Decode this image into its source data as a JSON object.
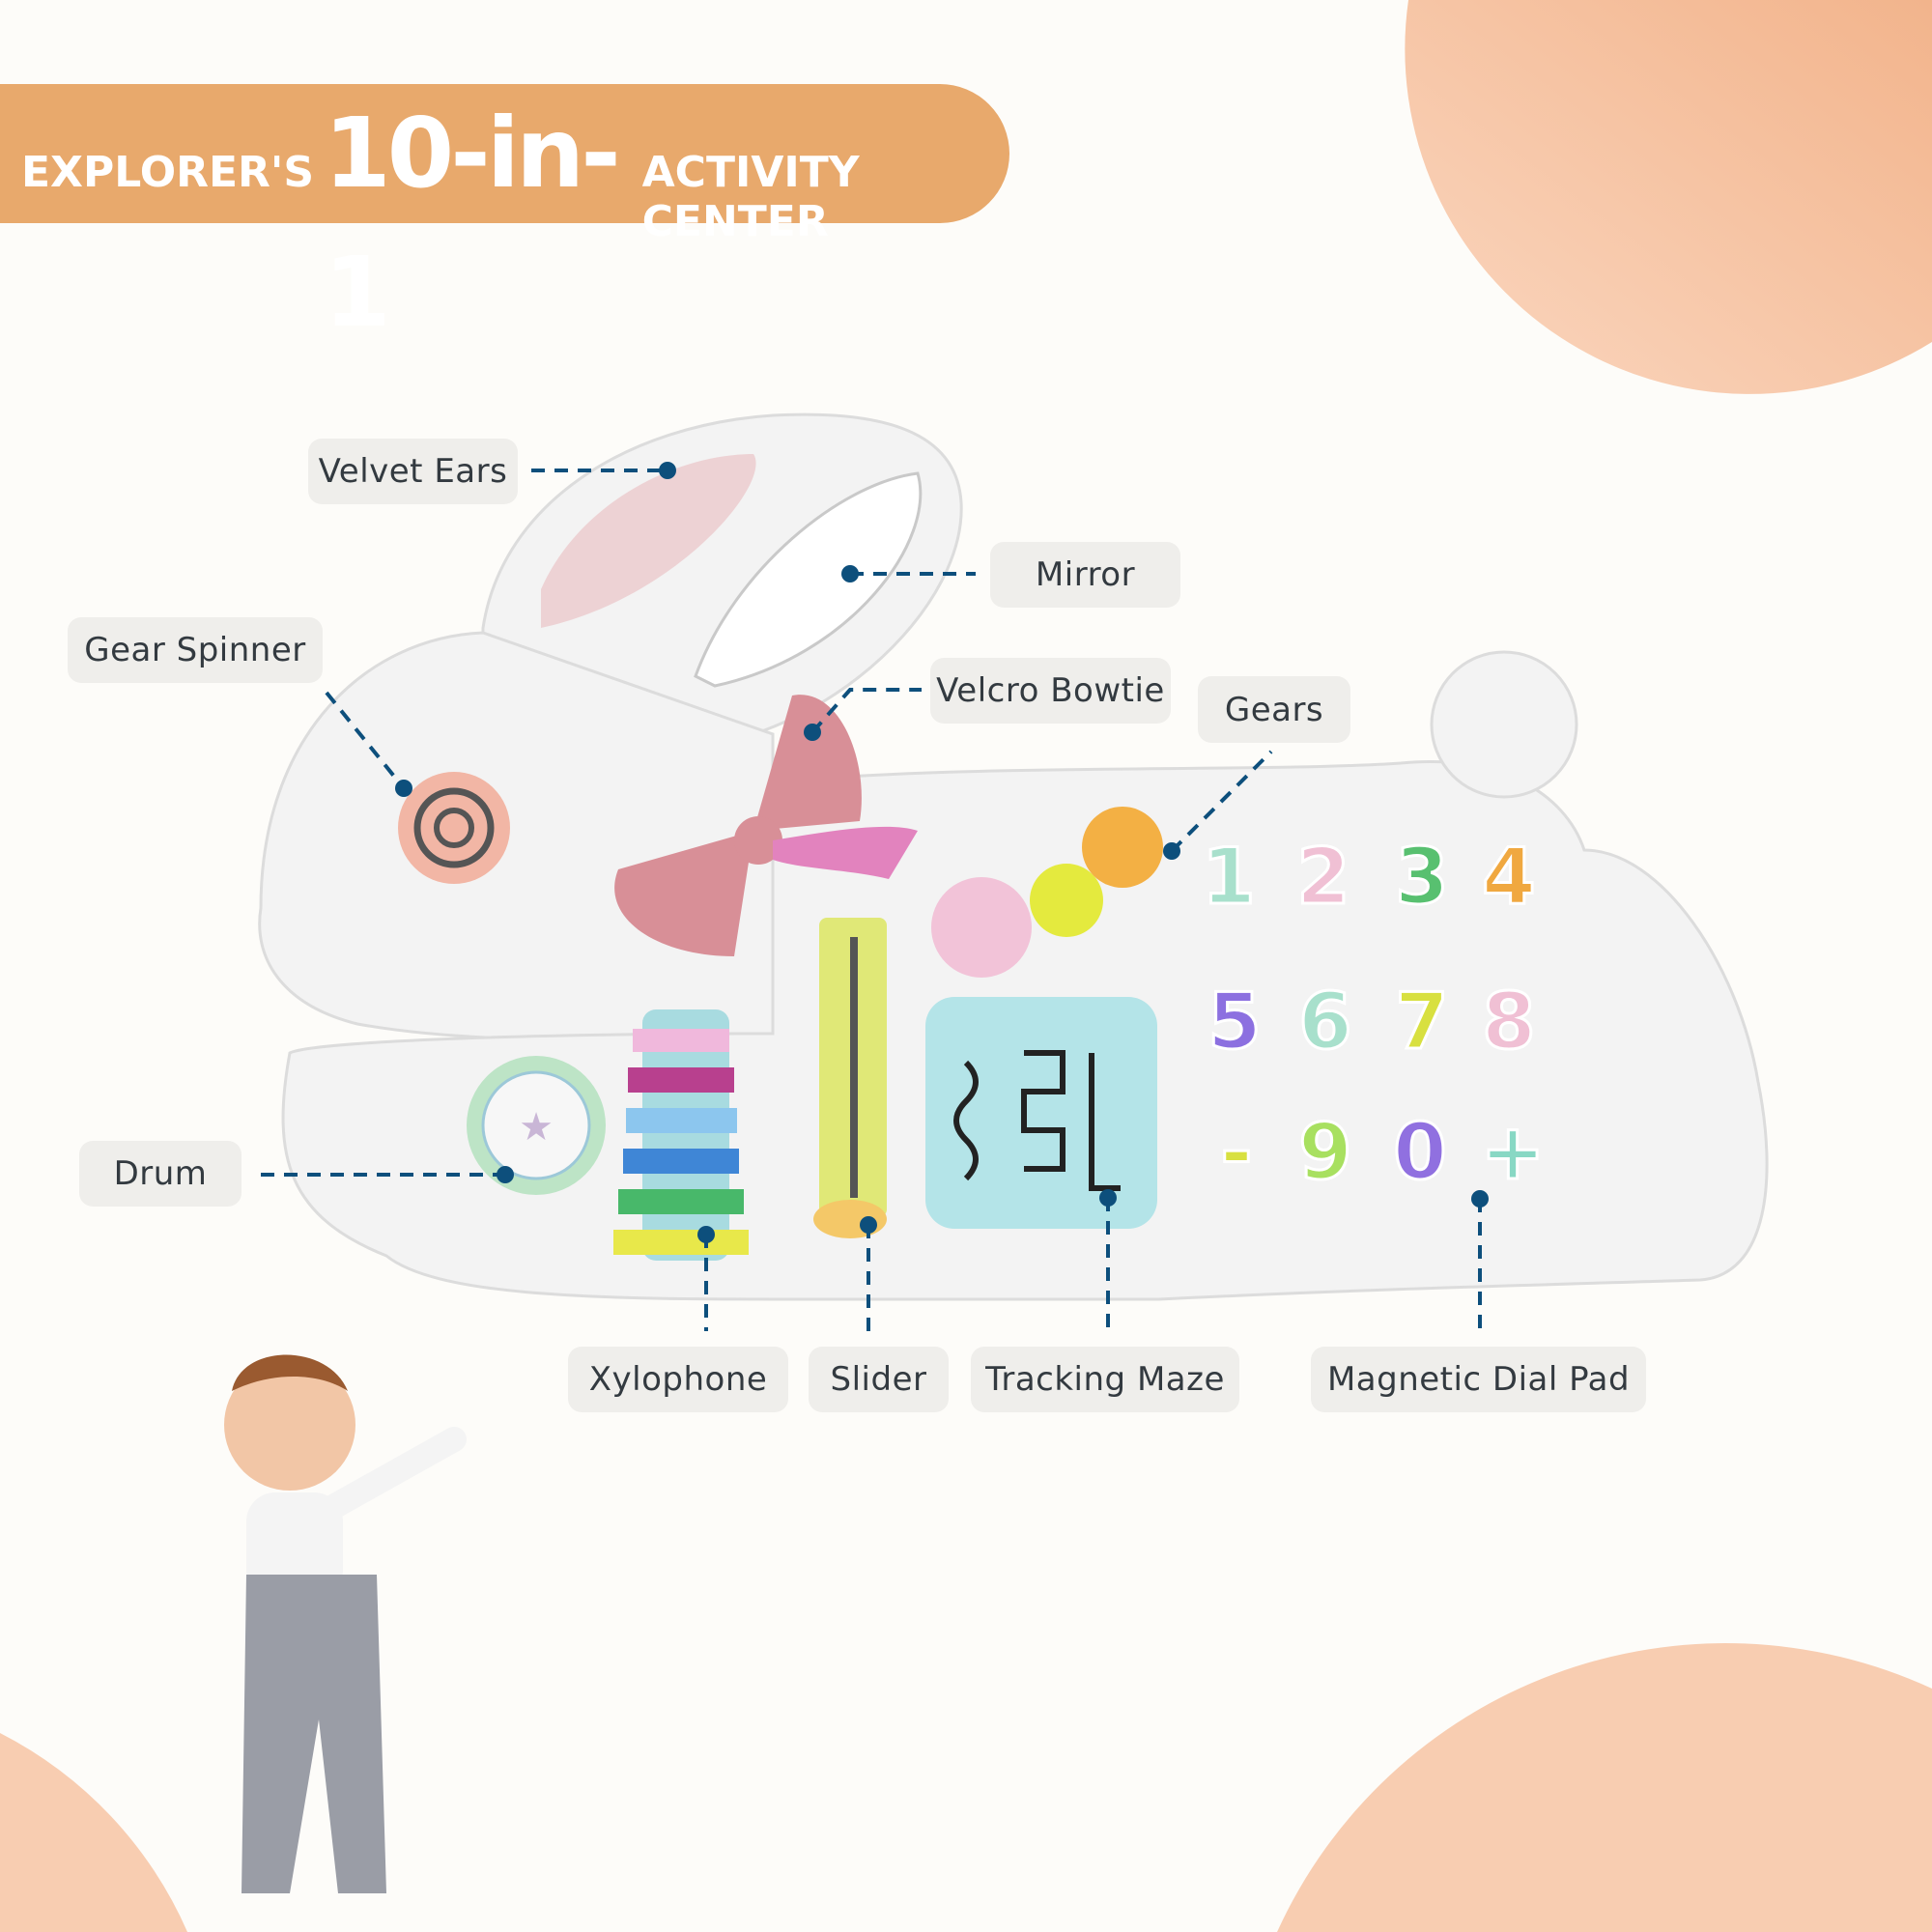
{
  "header": {
    "prefix": "EXPLORER'S",
    "highlight": "10-in-1",
    "suffix": "ACTIVITY CENTER"
  },
  "colors": {
    "banner": "#e8a96c",
    "blob": "#f6c2a0",
    "callout": "#0d4f7c",
    "label_bg": "#efeeeb"
  },
  "callouts": [
    {
      "label": "Velvet Ears"
    },
    {
      "label": "Mirror"
    },
    {
      "label": "Gear Spinner"
    },
    {
      "label": "Velcro Bowtie"
    },
    {
      "label": "Gears"
    },
    {
      "label": "Drum"
    },
    {
      "label": "Xylophone"
    },
    {
      "label": "Slider"
    },
    {
      "label": "Tracking Maze"
    },
    {
      "label": "Magnetic Dial Pad"
    }
  ],
  "dial_pad": {
    "keys": [
      "1",
      "2",
      "3",
      "4",
      "5",
      "6",
      "7",
      "8",
      "-",
      "9",
      "0",
      "+"
    ]
  }
}
